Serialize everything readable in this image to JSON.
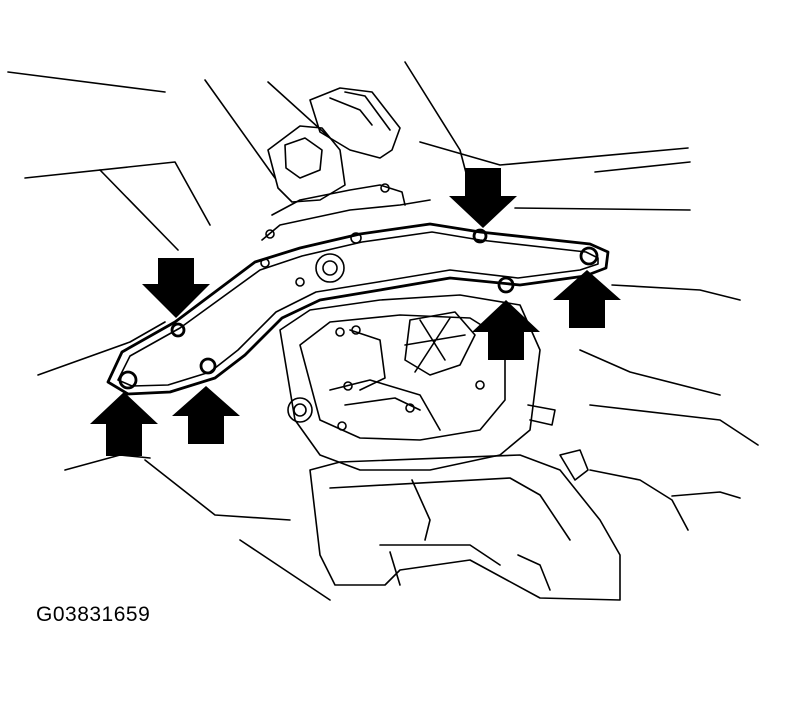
{
  "figure": {
    "code": "G03831659",
    "subject": "transmission-oil-pan-bolts",
    "arrow_count": 6
  }
}
